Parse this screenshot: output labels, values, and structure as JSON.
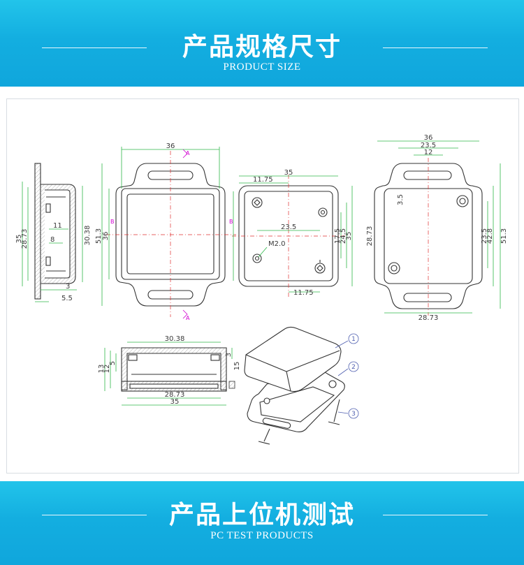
{
  "header": {
    "title": "产品规格尺寸",
    "subtitle": "PRODUCT SIZE"
  },
  "footer": {
    "title": "产品上位机测试",
    "subtitle": "PC TEST PRODUCTS"
  },
  "drawing": {
    "side_view": {
      "dims": [
        "35",
        "28.73",
        "30.38",
        "11",
        "8",
        "3",
        "5.5"
      ]
    },
    "front_view": {
      "dims": [
        "36",
        "51.3",
        "36"
      ],
      "section_marks": [
        "A",
        "B",
        "B",
        "A"
      ]
    },
    "base_view": {
      "dims": [
        "35",
        "11.75",
        "23.5",
        "M2.0",
        "11.75",
        "17.5",
        "24.5",
        "35",
        "28.73"
      ]
    },
    "bottom_view": {
      "dims": [
        "36",
        "23.5",
        "12",
        "3.5",
        "28.73",
        "23.5",
        "42.8",
        "51.3"
      ]
    },
    "section_view": {
      "dims": [
        "30.38",
        "13",
        "12",
        "5",
        "3",
        "15",
        "28.73",
        "35"
      ]
    },
    "exploded_view": {
      "callouts": [
        "1",
        "2",
        "3"
      ]
    }
  },
  "colors": {
    "band": "#13aee0",
    "dimension": "#2fb84a",
    "outline": "#333333",
    "centerline": "#e03030",
    "section": "#d000d0"
  }
}
